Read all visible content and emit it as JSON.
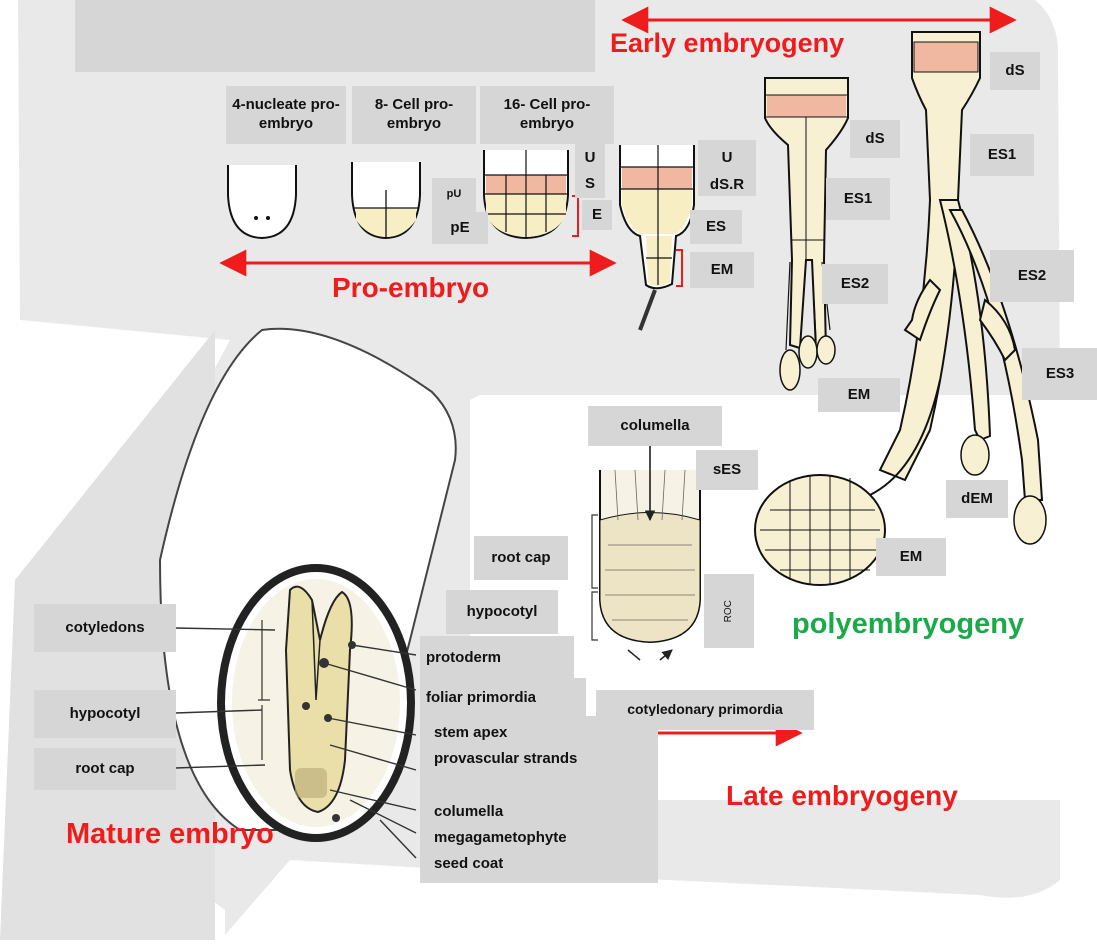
{
  "labels": {
    "four_nucleate": "4-nucleate pro-embryo",
    "eight_cell": "8- Cell pro-embryo",
    "sixteen_cell": "16- Cell pro-embryo",
    "u_top": "U",
    "s_top": "S",
    "e_top": "E",
    "pu": "pU",
    "pe": "pE",
    "u_right": "U",
    "dsr": "dS.R",
    "es": "ES",
    "em_small": "EM",
    "ds_mid": "dS",
    "ds_right": "dS",
    "es1_mid": "ES1",
    "es1_right": "ES1",
    "es2_mid": "ES2",
    "es2_right": "ES2",
    "es3": "ES3",
    "em_mid": "EM",
    "dem": "dEM",
    "em_big": "EM",
    "columella_top": "columella",
    "ses": "sES",
    "root_cap_mid": "root cap",
    "hypocotyl_mid": "hypocotyl",
    "roc": "ROC",
    "protoderm": "protoderm",
    "foliar_primordia": "foliar primordia",
    "cotyledonary_primordia": "cotyledonary primordia",
    "cotyledons": "cotyledons",
    "hypocotyl_left": "hypocotyl",
    "root_cap_left": "root cap",
    "stem_apex": "stem apex",
    "provascular_strands": "provascular strands",
    "columella_bottom": "columella",
    "megagametophyte": "megagametophyte",
    "seed_coat": "seed coat"
  },
  "titles": {
    "early": "Early embryogeny",
    "pro": "Pro-embryo",
    "poly": "polyembryogeny",
    "late": "Late embryogeny",
    "mature": "Mature embryo"
  },
  "colors": {
    "title_red": "#ee1c1c",
    "title_green": "#1aaa4a",
    "label_box": "#d6d6d6",
    "embryo_fill": "#f8f0d2",
    "suspensor_band": "#e8a890"
  }
}
